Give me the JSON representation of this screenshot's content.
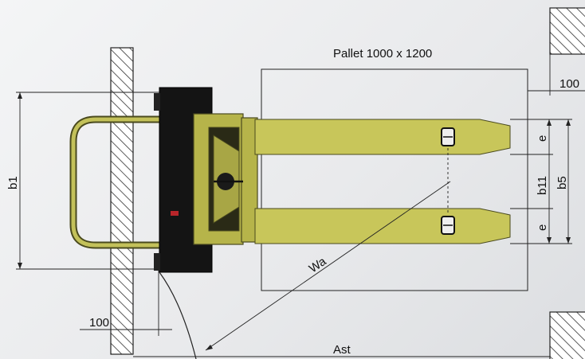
{
  "labels": {
    "pallet": "Pallet 1000 x 1200",
    "top_right_100": "100",
    "bottom_left_100": "100",
    "b1": "b1",
    "b11": "b11",
    "b5": "b5",
    "e_top": "e",
    "e_bottom": "e",
    "wa": "Wa",
    "ast": "Ast"
  },
  "colors": {
    "truck_body": "#b6b44a",
    "battery": "#141414",
    "hatch": "#333333",
    "background": "#eceded"
  }
}
